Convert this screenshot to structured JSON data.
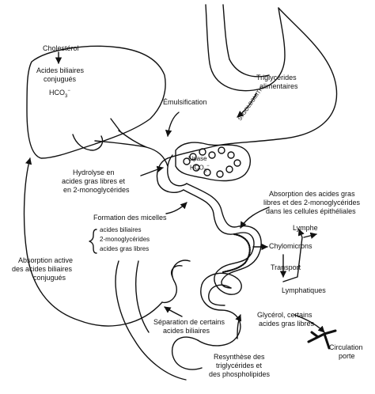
{
  "labels": {
    "cholesterol": "Cholestérol",
    "acides_conj_1": "Acides biliaires",
    "acides_conj_2": "conjugués",
    "hco3_liver": "HCO",
    "hco3_sub": "3",
    "hco3_sup": "−",
    "emulsification": "Émulsification",
    "trig_alim_1": "Triglycérides",
    "trig_alim_2": "alimentaires",
    "signature": "S. GOLDSMITH",
    "lipase": "Lipase",
    "hco3_panc": "HCO",
    "hyd_1": "Hydrolyse en",
    "hyd_2": "acides gras libres et",
    "hyd_3": "en 2-monoglycérides",
    "abs_1": "Absorption des acides gras",
    "abs_2": "libres et des 2-monoglycérides",
    "abs_3": "dans les cellules épithéliales",
    "micelles": "Formation des micelles",
    "mic_item_1": "acides biliaires",
    "mic_item_2": "2-monoglycérides",
    "mic_item_3": "acides gras libres",
    "lymphe": "Lymphe",
    "chylomicrons": "Chylomicrons",
    "transport": "Transport",
    "lymphatiques": "Lymphatiques",
    "abs_active_1": "Absorption active",
    "abs_active_2": "des acides biliaires",
    "abs_active_3": "conjugués",
    "sep_1": "Séparation de certains",
    "sep_2": "acides biliaires",
    "glycerol_1": "Glycérol, certains",
    "glycerol_2": "acides gras libres",
    "circ_1": "Circulation",
    "circ_2": "porte",
    "resyn_1": "Resynthèse des",
    "resyn_2": "triglycérides et",
    "resyn_3": "des phospholipides"
  },
  "colors": {
    "ink": "#111111",
    "paper": "#ffffff"
  }
}
